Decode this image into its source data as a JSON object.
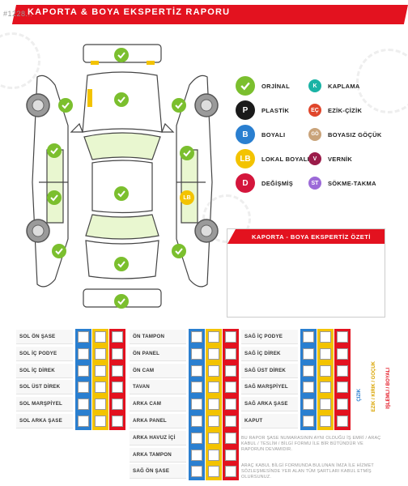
{
  "watermark": {
    "id_text": "#1228..."
  },
  "header": {
    "title": "KAPORTA & BOYA EKSPERTİZ RAPORU"
  },
  "legend": {
    "items": [
      {
        "label": "ORJİNAL",
        "code": "",
        "color": "#7bbf2e",
        "icon": "check-icon"
      },
      {
        "label": "KAPLAMA",
        "code": "K",
        "color": "#1ab3a5"
      },
      {
        "label": "PLASTİK",
        "code": "P",
        "color": "#1a1a1a"
      },
      {
        "label": "EZİK-ÇİZİK",
        "code": "EÇ",
        "color": "#e0462b"
      },
      {
        "label": "BOYALI",
        "code": "B",
        "color": "#2a7fd0"
      },
      {
        "label": "BOYASIZ GÖÇÜK",
        "code": "GÖ",
        "color": "#c9a37a"
      },
      {
        "label": "LOKAL BOYALI",
        "code": "LB",
        "color": "#f3c300"
      },
      {
        "label": "VERNİK",
        "code": "V",
        "color": "#9b1c4a"
      },
      {
        "label": "DEĞİŞMİŞ",
        "code": "D",
        "color": "#d4163c"
      },
      {
        "label": "SÖKME-TAKMA",
        "code": "ST",
        "color": "#9c6ad8"
      }
    ]
  },
  "car_marks": {
    "lb_marker": "LB"
  },
  "summary": {
    "title": "KAPORTA - BOYA EKSPERTİZ ÖZETİ"
  },
  "parts": {
    "col1": [
      "SOL ÖN ŞASE",
      "SOL İÇ PODYE",
      "SOL İÇ DİREK",
      "SOL ÜST DİREK",
      "SOL MARŞPİYEL",
      "SOL ARKA ŞASE"
    ],
    "col2": [
      "ÖN TAMPON",
      "ÖN PANEL",
      "ÖN CAM",
      "TAVAN",
      "ARKA CAM",
      "ARKA PANEL",
      "ARKA HAVUZ İÇİ",
      "ARKA TAMPON",
      "SAĞ ÖN ŞASE"
    ],
    "col3": [
      "SAĞ İÇ PODYE",
      "SAĞ İÇ DİREK",
      "SAĞ ÜST DİREK",
      "SAĞ MARŞPİYEL",
      "SAĞ ARKA ŞASE",
      "KAPUT"
    ]
  },
  "column_labels": {
    "blue": "ÇİZİK",
    "yellow": "EZİK / KIRIK / GÖÇÜK",
    "red": "İŞLEMLİ / BOYALI"
  },
  "colors": {
    "blue": "#2a7fd0",
    "yellow": "#f3c300",
    "red": "#e3121f",
    "green": "#7bbf2e"
  },
  "notes": {
    "note1": "BU RAPOR ŞASE NUMARASININ AYNI OLDUĞU İŞ EMRİ / ARAÇ KABUL / TESLİM / BİLGİ FORMU İLE BİR BÜTÜNDÜR VE RAPORUN DEVAMIDIR.",
    "note2": "ARAÇ KABUL BİLGİ FORMUNDA BULUNAN İMZA İLE HİZMET SÖZLEŞMESİNDE YER ALAN TÜM ŞARTLARI KABUL ETMİŞ OLURSUNUZ."
  }
}
